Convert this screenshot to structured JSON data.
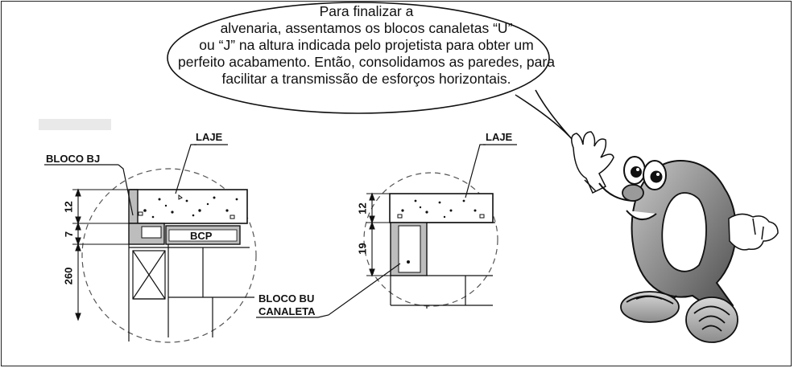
{
  "speech_bubble": {
    "lines": [
      "Para finalizar a",
      "alvenaria, assentamos os blocos canaletas “U”",
      "ou “J” na altura indicada pelo projetista para obter um",
      "perfeito acabamento. Então, consolidamos as paredes, para",
      "facilitar a transmissão de esforços horizontais."
    ]
  },
  "left_detail": {
    "label_slab": "LAJE",
    "label_block": "BLOCO BJ",
    "label_bcp": "BCP",
    "dim_slab": "12",
    "dim_block": "7",
    "dim_wall": "260"
  },
  "right_detail": {
    "label_slab": "LAJE",
    "label_block_line1": "BLOCO BU",
    "label_block_line2": "CANALETA",
    "dim_slab": "12",
    "dim_block": "19"
  },
  "mascot": {
    "letter": "Q"
  }
}
